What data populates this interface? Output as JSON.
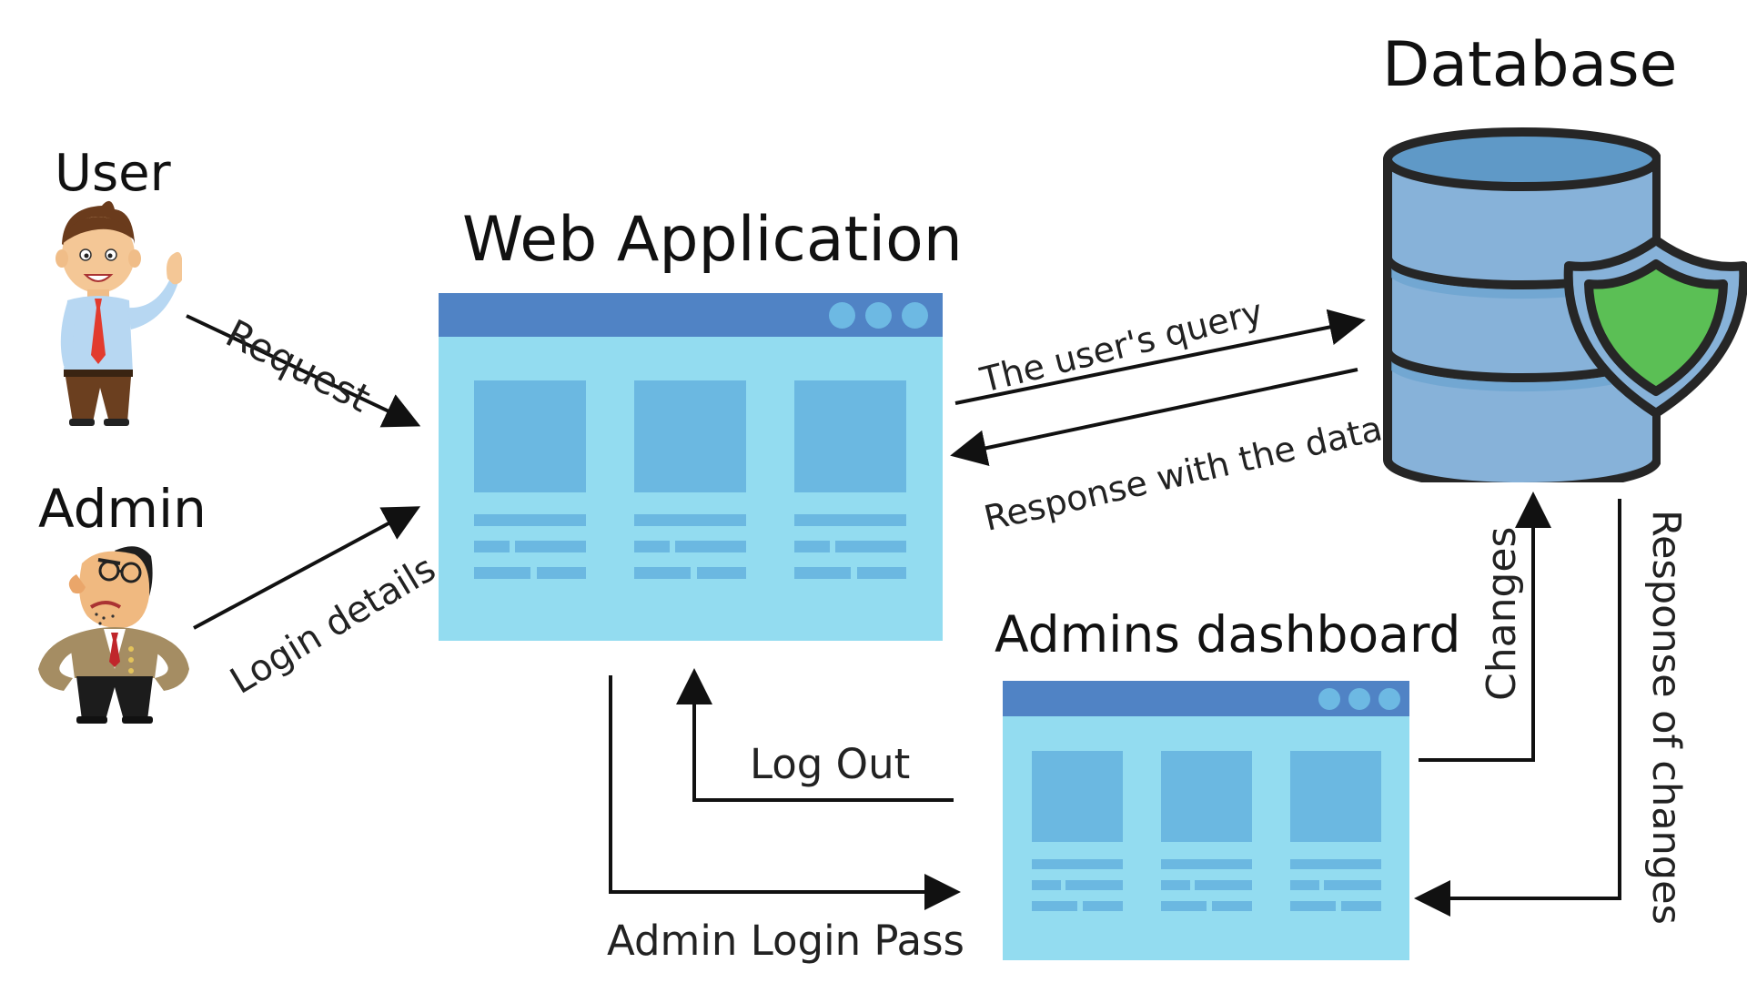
{
  "titles": {
    "user": "User",
    "admin": "Admin",
    "web_application": "Web Application",
    "database": "Database",
    "admins_dashboard": "Admins dashboard"
  },
  "arrows": {
    "request": "Request",
    "login_details": "Login details",
    "users_query": "The user's query",
    "response_data": "Response with the data",
    "changes": "Changes",
    "response_changes": "Response of changes",
    "log_out": "Log Out",
    "admin_login_pass": "Admin Login Pass"
  },
  "icons": {
    "user": "user-avatar-icon",
    "admin": "admin-avatar-icon",
    "database": "database-icon",
    "shield": "shield-icon"
  },
  "colors": {
    "window_body": "#93dcf0",
    "window_bar": "#5083c5",
    "tiles": "#6bb8e1",
    "db_fill": "#87b2d9",
    "shield_green": "#5bbf55"
  }
}
